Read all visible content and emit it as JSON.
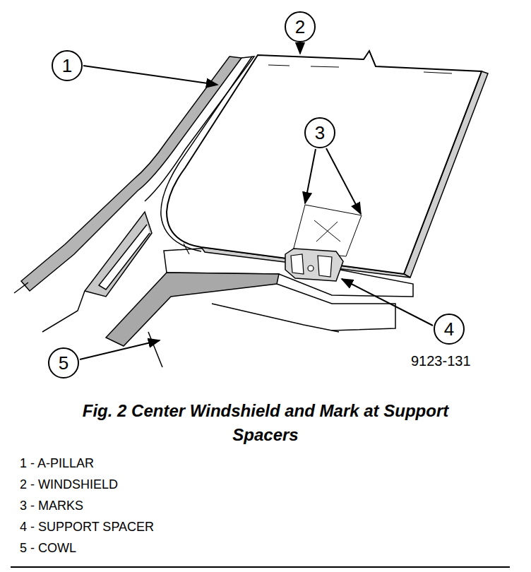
{
  "diagram": {
    "caption": "Fig. 2 Center Windshield and Mark at Support Spacers",
    "nodes": [
      {
        "text": [
          "1"
        ]
      },
      {
        "text": [
          "2"
        ]
      },
      {
        "text": [
          "3"
        ]
      },
      {
        "text": [
          "4"
        ]
      },
      {
        "text": [
          "5"
        ]
      }
    ],
    "labels": [
      "9123-131",
      "1 - A-PILLAR",
      "2 - WINDSHIELD",
      "3 - MARKS",
      "4 - SUPPORT SPACER",
      "5 - COWL"
    ]
  }
}
